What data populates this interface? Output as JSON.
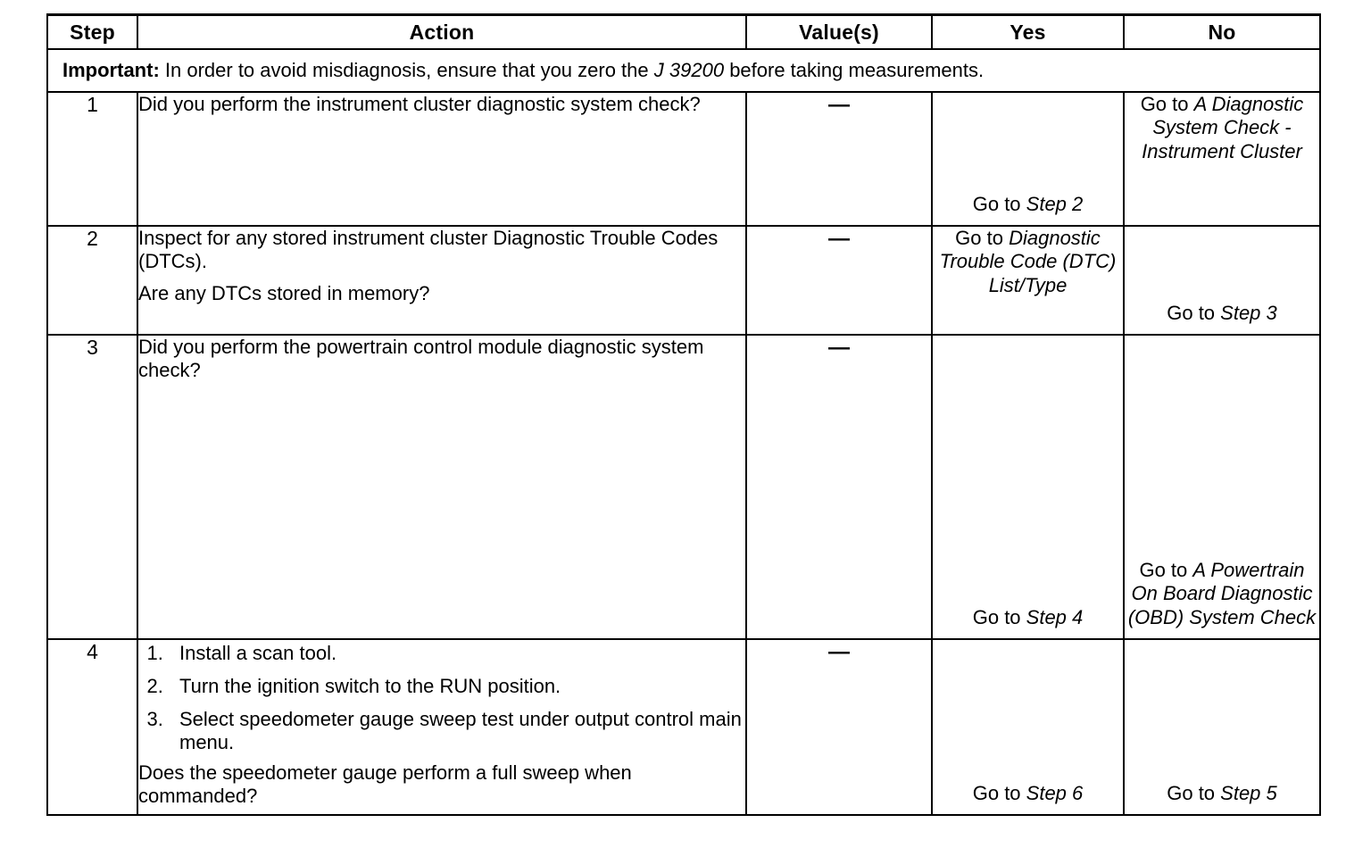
{
  "table": {
    "headers": {
      "step": "Step",
      "action": "Action",
      "values": "Value(s)",
      "yes": "Yes",
      "no": "No"
    },
    "important": {
      "label": "Important:",
      "text_before": "In order to avoid misdiagnosis, ensure that you zero the",
      "tool": "J 39200",
      "text_after": "before taking measurements."
    },
    "value_dash": "—",
    "rows": [
      {
        "step": "1",
        "action_paragraphs": [
          "Did you perform the instrument cluster diagnostic system check?"
        ],
        "value": "—",
        "yes": {
          "prefix": "Go to ",
          "italic": "Step 2",
          "align": "bottom"
        },
        "no": {
          "prefix": "Go to ",
          "italic": "A Diagnostic System Check - Instrument Cluster",
          "align": "top"
        }
      },
      {
        "step": "2",
        "action_paragraphs": [
          "Inspect for any stored instrument cluster Diagnostic Trouble Codes (DTCs).",
          "Are any DTCs stored in memory?"
        ],
        "value": "—",
        "yes": {
          "prefix": "Go to ",
          "italic": "Diagnostic Trouble Code (DTC) List/Type",
          "align": "top"
        },
        "no": {
          "prefix": "Go to ",
          "italic": "Step 3",
          "align": "bottom"
        }
      },
      {
        "step": "3",
        "action_paragraphs": [
          "Did you perform the powertrain control module diagnostic system check?"
        ],
        "value": "—",
        "yes": {
          "prefix": "Go to ",
          "italic": "Step 4",
          "align": "bottom"
        },
        "no": {
          "prefix": "Go to ",
          "italic": "A Powertrain On Board Diagnostic (OBD) System Check",
          "align": "bottom"
        }
      },
      {
        "step": "4",
        "numbered_steps": [
          "Install a scan tool.",
          "Turn the ignition switch to the RUN position.",
          "Select speedometer gauge sweep test under output control main menu."
        ],
        "question": "Does the speedometer gauge perform a full sweep when commanded?",
        "value": "—",
        "yes": {
          "prefix": "Go to ",
          "italic": "Step 6",
          "align": "bottom"
        },
        "no": {
          "prefix": "Go to ",
          "italic": "Step 5",
          "align": "bottom"
        }
      }
    ]
  }
}
